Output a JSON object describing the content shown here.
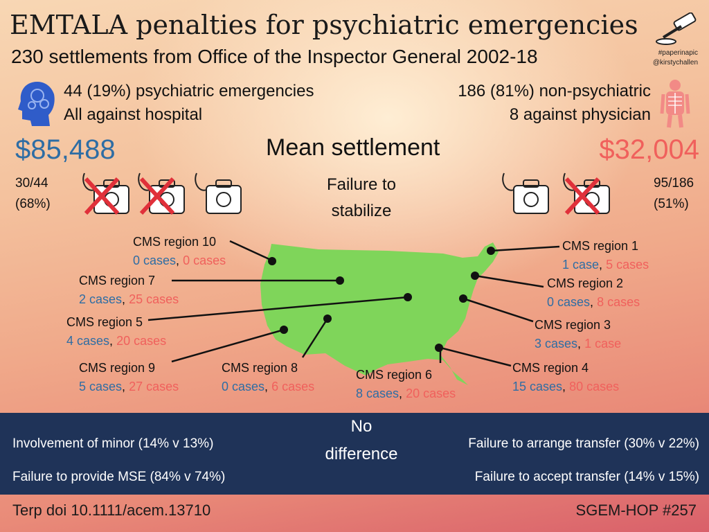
{
  "header": {
    "title": "EMTALA penalties for psychiatric emergencies",
    "subtitle": "230 settlements from Office of the Inspector General 2002-18",
    "tag1": "#paperinapic",
    "tag2": "@kirstychallen"
  },
  "psych": {
    "line1": "44 (19%) psychiatric emergencies",
    "line2": "All against hospital",
    "mean": "$85,488",
    "frac": "30/44",
    "pct": "(68%)"
  },
  "nonpsych": {
    "line1": "186 (81%) non-psychiatric",
    "line2": "8 against physician",
    "mean": "$32,004",
    "frac": "95/186",
    "pct": "(51%)"
  },
  "center": {
    "mean_label": "Mean settlement",
    "failure1": "Failure to",
    "failure2": "stabilize"
  },
  "regions": [
    {
      "name": "CMS region 10",
      "a": "0 cases",
      "b": "0 cases"
    },
    {
      "name": "CMS region 7",
      "a": "2 cases",
      "b": "25 cases"
    },
    {
      "name": "CMS region 5",
      "a": "4 cases",
      "b": "20 cases"
    },
    {
      "name": "CMS region 9",
      "a": "5 cases",
      "b": "27 cases"
    },
    {
      "name": "CMS region 8",
      "a": "0 cases",
      "b": "6 cases"
    },
    {
      "name": "CMS region 6",
      "a": "8 cases",
      "b": "20 cases"
    },
    {
      "name": "CMS region 1",
      "a": "1 case",
      "b": "5 cases"
    },
    {
      "name": "CMS region 2",
      "a": "0 cases",
      "b": "8 cases"
    },
    {
      "name": "CMS region 3",
      "a": "3 cases",
      "b": "1 case"
    },
    {
      "name": "CMS region 4",
      "a": "15 cases",
      "b": "80 cases"
    }
  ],
  "comparison": {
    "center1": "No",
    "center2": "difference",
    "left1": "Involvement of minor (14% v 13%)",
    "left2": "Failure to provide MSE (84% v 74%)",
    "right1": "Failure to arrange transfer (30% v 22%)",
    "right2": "Failure to accept transfer (14% v 15%)"
  },
  "footer": {
    "ref": "Terp doi 10.1111/acem.13710",
    "code": "SGEM-HOP #257"
  },
  "colors": {
    "psych": "#2e6da4",
    "nonpsych": "#f0605c",
    "band": "#1f3358",
    "map": "#7fd55a"
  }
}
